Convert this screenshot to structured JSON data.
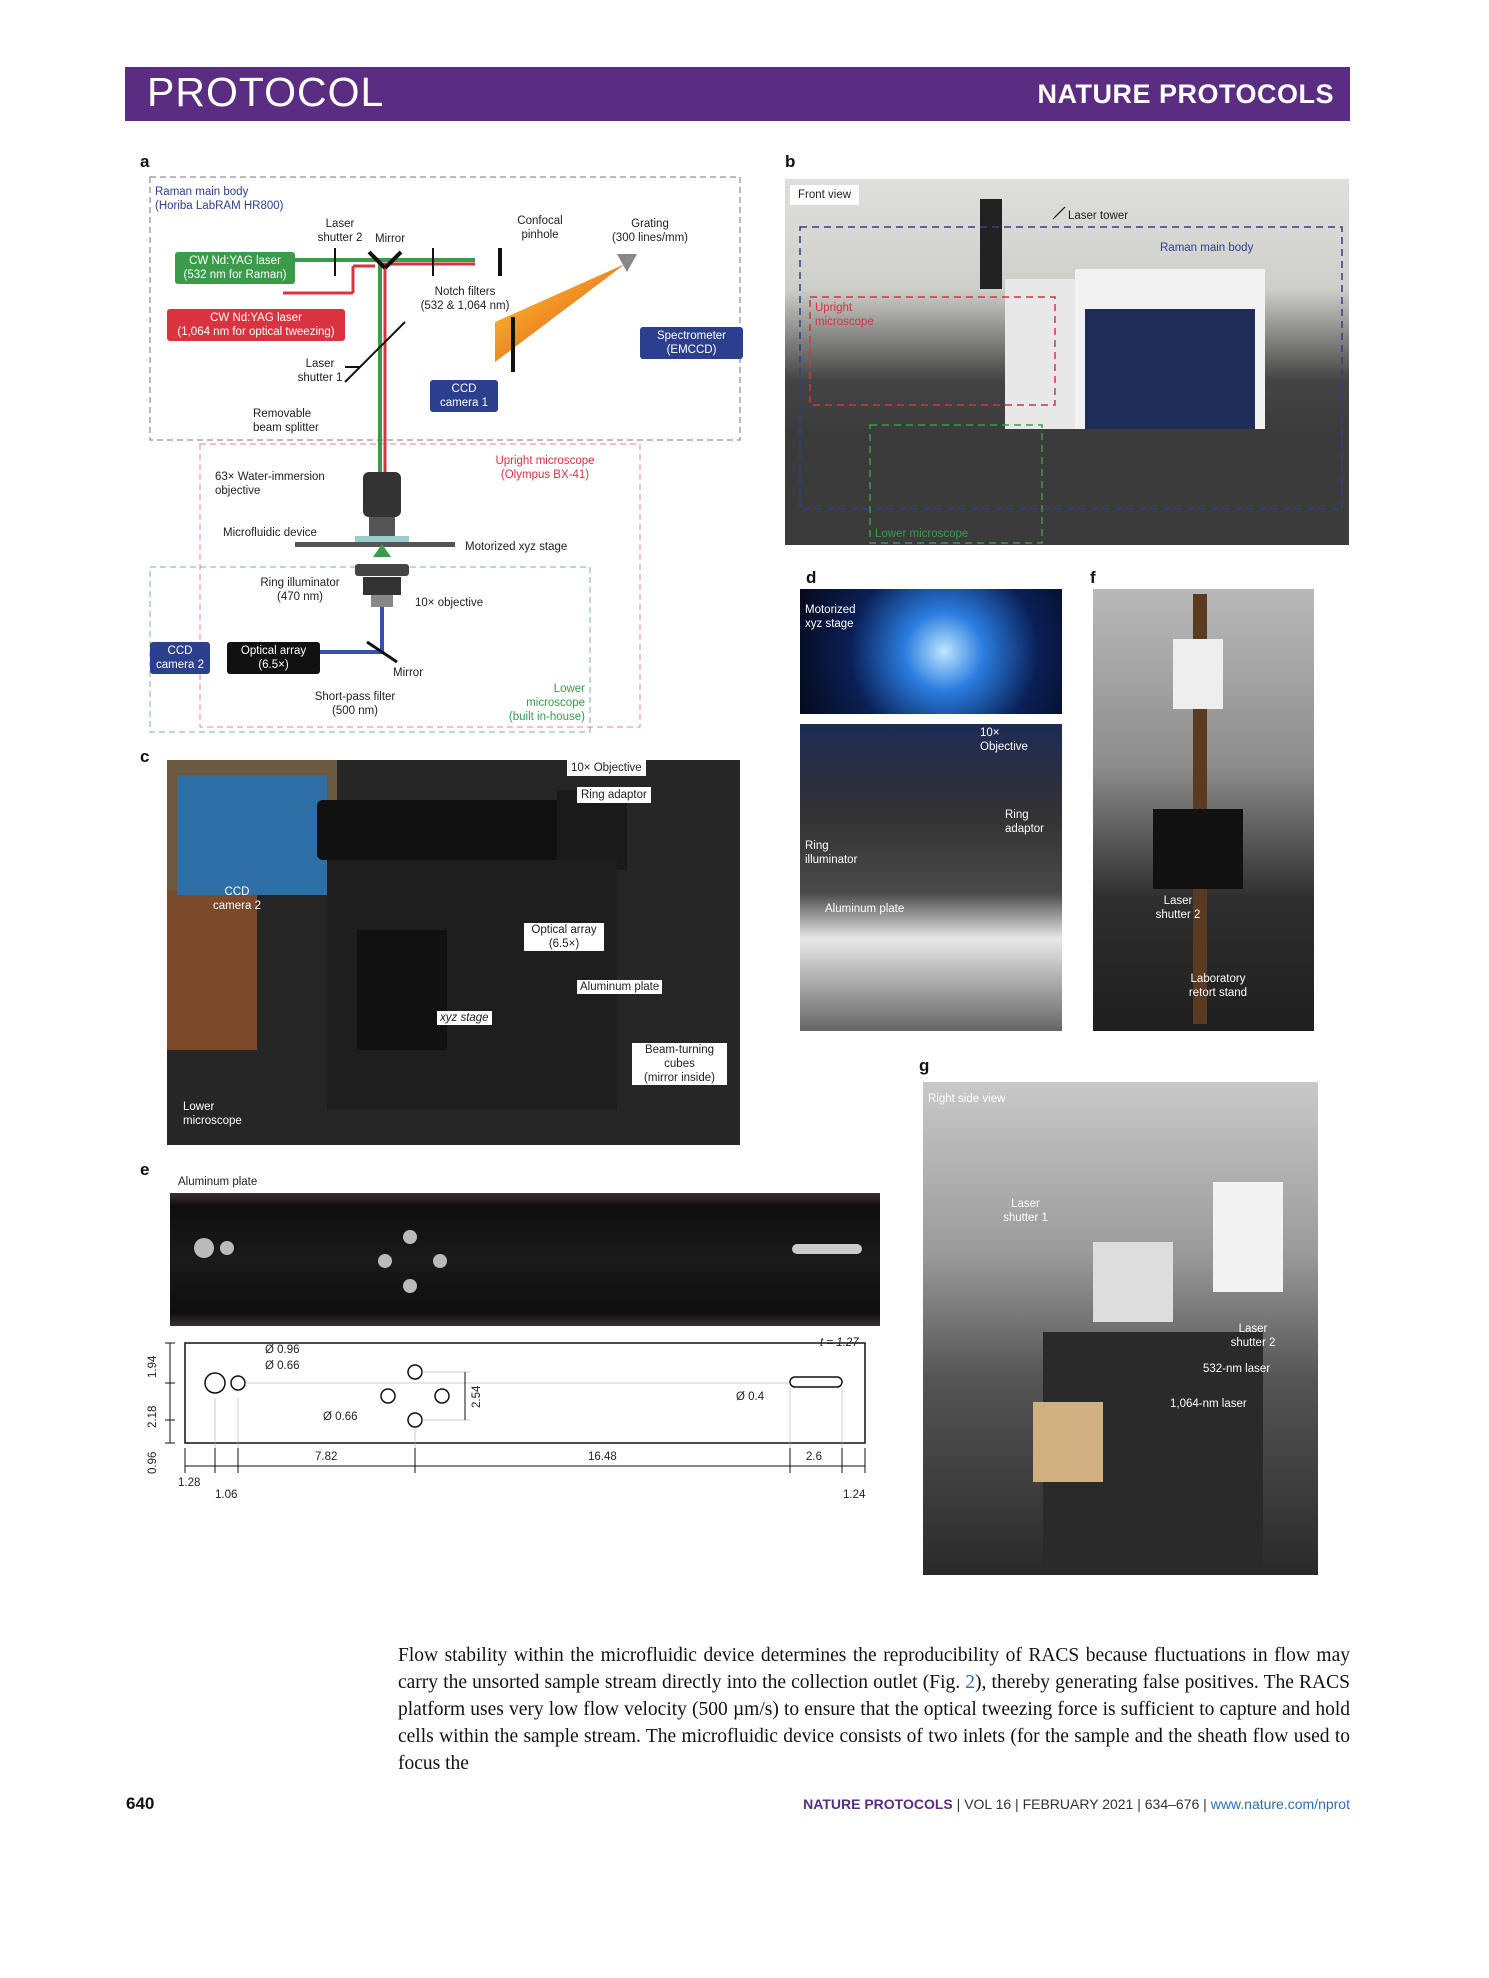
{
  "header": {
    "left": "PROTOCOL",
    "right": "NATURE PROTOCOLS"
  },
  "panel_labels": {
    "a": "a",
    "b": "b",
    "c": "c",
    "d": "d",
    "e": "e",
    "f": "f",
    "g": "g"
  },
  "panel_a": {
    "raman_body": "Raman main body\n(Horiba LabRAM HR800)",
    "laser_shutter2": "Laser\nshutter 2",
    "mirror_top": "Mirror",
    "confocal": "Confocal\npinhole",
    "grating": "Grating\n(300 lines/mm)",
    "cw532": "CW Nd:YAG laser\n(532 nm for Raman)",
    "cw1064": "CW Nd:YAG laser\n(1,064 nm for optical tweezing)",
    "notch": "Notch filters\n(532 & 1,064 nm)",
    "spectrometer": "Spectrometer\n(EMCCD)",
    "laser_shutter1": "Laser\nshutter 1",
    "ccd1": "CCD\ncamera 1",
    "beam_splitter": "Removable\nbeam splitter",
    "upright": "Upright microscope\n(Olympus BX-41)",
    "objective63": "63× Water-immersion\nobjective",
    "microfluidic": "Microfluidic device",
    "motorized": "Motorized xyz stage",
    "ring": "Ring illuminator\n(470 nm)",
    "obj10": "10× objective",
    "ccd2": "CCD\ncamera 2",
    "optical_array": "Optical array\n(6.5×)",
    "mirror_bottom": "Mirror",
    "shortpass": "Short-pass filter\n(500 nm)",
    "lower": "Lower\nmicroscope\n(built in-house)"
  },
  "panel_b": {
    "front_view": "Front view",
    "laser_tower": "Laser tower",
    "raman_body": "Raman main body",
    "upright": "Upright\nmicroscope",
    "lower": "Lower microscope"
  },
  "panel_c": {
    "obj10": "10× Objective",
    "ring_adaptor": "Ring adaptor",
    "ccd2": "CCD\ncamera 2",
    "optical_array": "Optical array\n(6.5×)",
    "aluminum": "Aluminum plate",
    "xyz": "xyz stage",
    "beam_turning": "Beam-turning\ncubes\n(mirror inside)",
    "lower": "Lower\nmicroscope"
  },
  "panel_d": {
    "motorized": "Motorized\nxyz stage",
    "obj10": "10×\nObjective",
    "ring_adaptor": "Ring\nadaptor",
    "ring_illum": "Ring\nilluminator",
    "aluminum": "Aluminum plate"
  },
  "panel_f": {
    "shutter2": "Laser\nshutter 2",
    "retort": "Laboratory\nretort stand"
  },
  "panel_g": {
    "side_view": "Right side view",
    "shutter1": "Laser\nshutter 1",
    "shutter2": "Laser\nshutter 2",
    "laser532": "532-nm laser",
    "laser1064": "1,064-nm laser"
  },
  "panel_e": {
    "aluminum": "Aluminum plate",
    "t": "t = 1.27",
    "d096": "Ø 0.96",
    "d066a": "Ø 0.66",
    "d066b": "Ø 0.66",
    "d04": "Ø 0.4",
    "dim_254": "2.54",
    "left_dims": [
      "1.94",
      "2.18",
      "0.96"
    ],
    "bottom_dims": [
      "1.28",
      "1.06",
      "7.82",
      "16.48",
      "2.6",
      "1.24"
    ]
  },
  "body_text": {
    "p1": "Flow stability within the microfluidic device determines the reproducibility of RACS because fluctuations in flow may carry the unsorted sample stream directly into the collection outlet (Fig. ",
    "fig_ref": "2",
    "p2": "), thereby generating false positives. The RACS platform uses very low flow velocity (500 µm/s) to ensure that the optical tweezing force is sufficient to capture and hold cells within the sample stream. The microfluidic device consists of two inlets (for the sample and the sheath flow used to focus the"
  },
  "footer": {
    "page": "640",
    "journal": "NATURE PROTOCOLS",
    "sep1": " | ",
    "vol": "VOL 16",
    "sep2": " | ",
    "date": "FEBRUARY 2021",
    "sep3": " | ",
    "pages": "634–676",
    "sep4": " | ",
    "url": "www.nature.com/nprot"
  },
  "colors": {
    "brand": "#5a2d82",
    "green": "#3a9b4a",
    "red": "#d8333f",
    "blue": "#2c3f8f",
    "link": "#2a6fb5"
  }
}
